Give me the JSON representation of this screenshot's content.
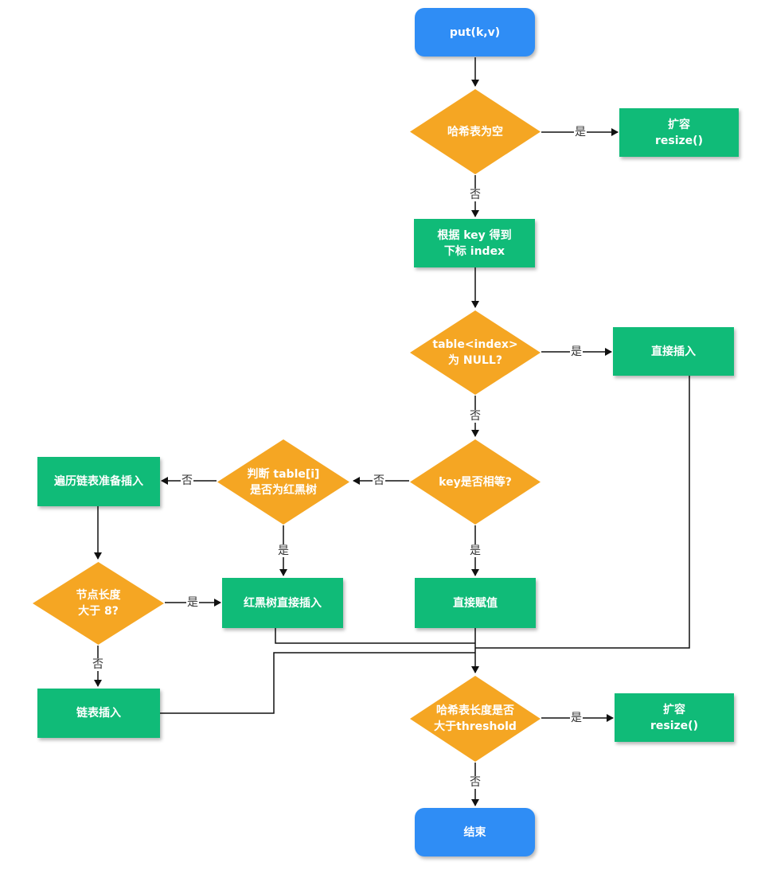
{
  "nodes": {
    "start": "put(k,v)",
    "is_empty": "哈希表为空",
    "resize1": "扩容\nresize()",
    "get_index": "根据 key 得到\n下标 index",
    "table_null": "table<index>\n为 NULL?",
    "insert_direct": "直接插入",
    "key_equal": "key是否相等?",
    "is_tree": "判断 table[i]\n是否为红黑树",
    "traverse": "遍历链表准备插入",
    "node_len": "节点长度\n大于 8?",
    "tree_insert": "红黑树直接插入",
    "assign": "直接赋值",
    "list_insert": "链表插入",
    "size_check": "哈希表长度是否\n大于threshold",
    "resize2": "扩容\nresize()",
    "end": "结束"
  },
  "edges": {
    "yes": "是",
    "no": "否"
  },
  "colors": {
    "terminal": "#2f8df5",
    "process": "#10bb78",
    "decision": "#f5a623",
    "line": "#111111"
  }
}
